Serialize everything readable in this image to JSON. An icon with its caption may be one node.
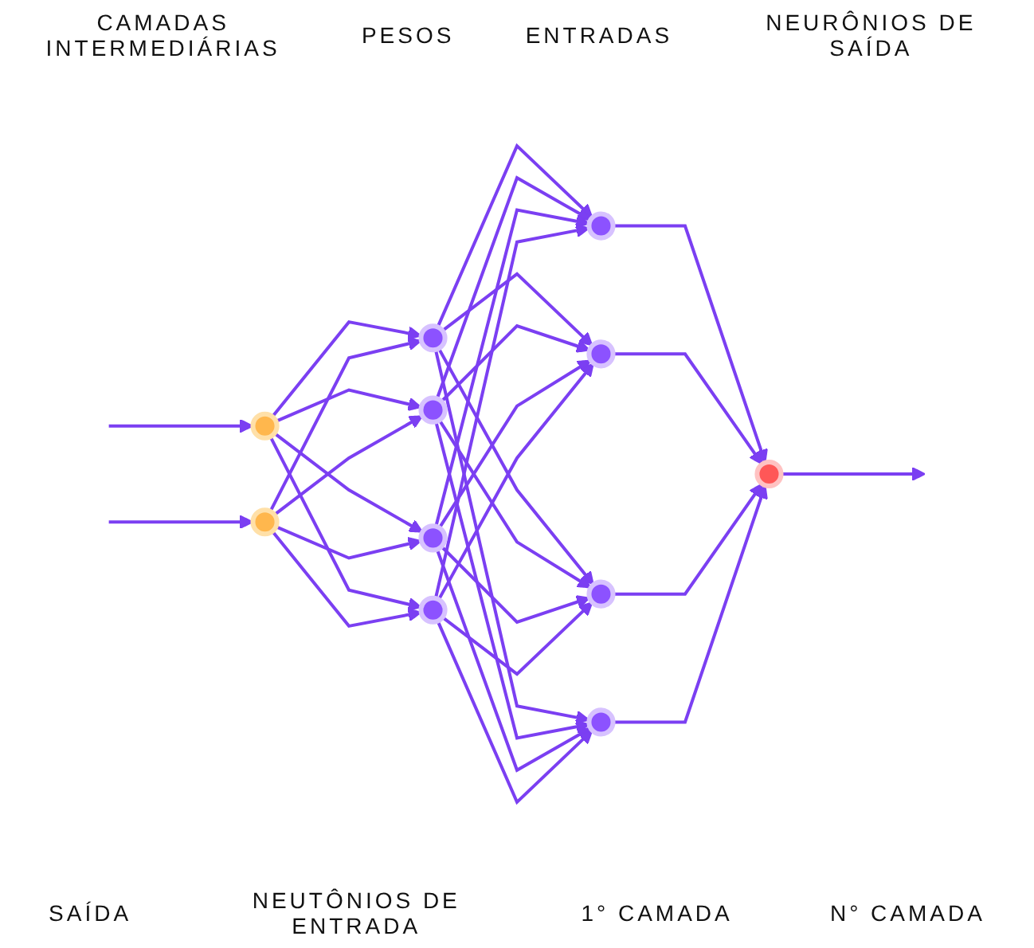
{
  "diagram": {
    "nodes": [
      {
        "text": [],
        "shape": "circle"
      },
      {
        "text": [],
        "shape": "circle"
      },
      {
        "text": [],
        "shape": "circle"
      },
      {
        "text": [],
        "shape": "circle"
      },
      {
        "text": [],
        "shape": "circle"
      },
      {
        "text": [],
        "shape": "circle"
      },
      {
        "text": [],
        "shape": "circle"
      },
      {
        "text": [],
        "shape": "circle"
      },
      {
        "text": [],
        "shape": "circle"
      },
      {
        "text": [],
        "shape": "circle"
      },
      {
        "text": [],
        "shape": "circle"
      }
    ],
    "edges": [
      {
        "from": null,
        "to": 0,
        "arrow": "to"
      },
      {
        "from": null,
        "to": 1,
        "arrow": "to"
      },
      {
        "from": 0,
        "to": 2,
        "arrow": "to"
      },
      {
        "from": 0,
        "to": 3,
        "arrow": "to"
      },
      {
        "from": 0,
        "to": 4,
        "arrow": "to"
      },
      {
        "from": 0,
        "to": 5,
        "arrow": "to"
      },
      {
        "from": 1,
        "to": 2,
        "arrow": "to"
      },
      {
        "from": 1,
        "to": 3,
        "arrow": "to"
      },
      {
        "from": 1,
        "to": 4,
        "arrow": "to"
      },
      {
        "from": 1,
        "to": 5,
        "arrow": "to"
      },
      {
        "from": 2,
        "to": 6,
        "arrow": "to"
      },
      {
        "from": 2,
        "to": 7,
        "arrow": "to"
      },
      {
        "from": 2,
        "to": 8,
        "arrow": "to"
      },
      {
        "from": 2,
        "to": 9,
        "arrow": "to"
      },
      {
        "from": 3,
        "to": 6,
        "arrow": "to"
      },
      {
        "from": 3,
        "to": 7,
        "arrow": "to"
      },
      {
        "from": 3,
        "to": 8,
        "arrow": "to"
      },
      {
        "from": 3,
        "to": 9,
        "arrow": "to"
      },
      {
        "from": 4,
        "to": 6,
        "arrow": "to"
      },
      {
        "from": 4,
        "to": 7,
        "arrow": "to"
      },
      {
        "from": 4,
        "to": 8,
        "arrow": "to"
      },
      {
        "from": 4,
        "to": 9,
        "arrow": "to"
      },
      {
        "from": 5,
        "to": 6,
        "arrow": "to"
      },
      {
        "from": 5,
        "to": 7,
        "arrow": "to"
      },
      {
        "from": 5,
        "to": 8,
        "arrow": "to"
      },
      {
        "from": 5,
        "to": 9,
        "arrow": "to"
      },
      {
        "from": 6,
        "to": 10,
        "arrow": "to"
      },
      {
        "from": 7,
        "to": 10,
        "arrow": "to"
      },
      {
        "from": 8,
        "to": 10,
        "arrow": "to"
      },
      {
        "from": 9,
        "to": 10,
        "arrow": "to"
      },
      {
        "from": 10,
        "to": null,
        "arrow": "to"
      }
    ],
    "labels": [
      "CAMADAS INTERMEDIÁRIAS",
      "PESOS",
      "ENTRADAS",
      "NEURÔNIOS DE SAÍDA",
      "SAÍDA",
      "NEUTÔNIOS DE ENTRADA",
      "1° CAMADA",
      "N° CAMADA"
    ]
  }
}
